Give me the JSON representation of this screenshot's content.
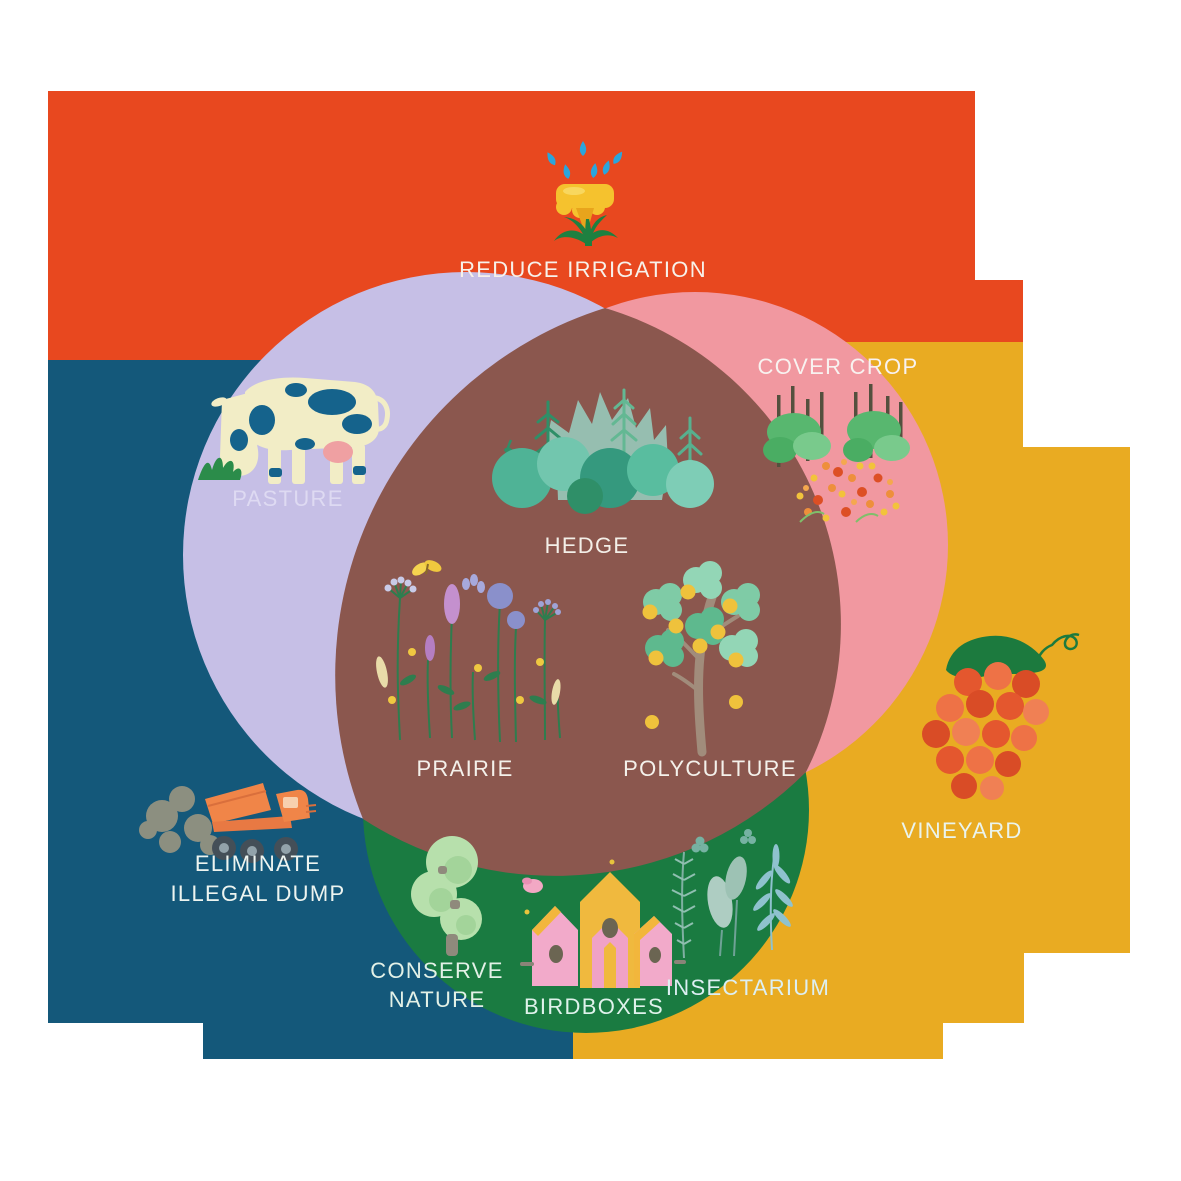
{
  "diagram": {
    "type": "venn",
    "description": "Sustainable land-use practices venn infographic",
    "outer_zones": [
      {
        "zone": "red-top",
        "label": "REDUCE IRRIGATION"
      },
      {
        "zone": "teal-left",
        "label": "ELIMINATE ILLEGAL DUMP"
      },
      {
        "zone": "yellow-right",
        "label": "VINEYARD"
      }
    ],
    "circle_zones": [
      {
        "zone": "lavender-circle",
        "label": "PASTURE"
      },
      {
        "zone": "pink-circle",
        "label": "COVER CROP"
      },
      {
        "zone": "green-circle",
        "labels": [
          "CONSERVE NATURE",
          "BIRDBOXES",
          "INSECTARIUM"
        ]
      }
    ],
    "intersection_zones": [
      {
        "zone": "lavender+pink",
        "label": "HEDGE"
      },
      {
        "zone": "lavender+green",
        "label": "PRAIRIE"
      },
      {
        "zone": "pink+green",
        "label": "POLYCULTURE"
      }
    ]
  },
  "palette": {
    "background": "#FFFFFF",
    "red": "#E8481F",
    "teal": "#14587A",
    "yellow": "#E9AB22",
    "lavender": "#C6BFE6",
    "pink": "#F198A0",
    "green": "#1A7B41",
    "brown": "#8B574E"
  },
  "labels": {
    "reduce_irrigation": {
      "text": "REDUCE IRRIGATION",
      "color": "#F7F1EA"
    },
    "pasture": {
      "text": "PASTURE",
      "color": "#DEDAF2"
    },
    "cover_crop": {
      "text": "COVER CROP",
      "color": "#F8F2F0"
    },
    "hedge": {
      "text": "HEDGE",
      "color": "#F3EFE8"
    },
    "prairie": {
      "text": "PRAIRIE",
      "color": "#F4F1EB"
    },
    "polyculture": {
      "text": "POLYCULTURE",
      "color": "#F4F1EB"
    },
    "vineyard": {
      "text": "VINEYARD",
      "color": "#EAF4ED"
    },
    "eliminate_illegal_dump": {
      "line1": "ELIMINATE",
      "line2": "ILLEGAL DUMP",
      "color": "#EDF4F0"
    },
    "conserve_nature": {
      "line1": "CONSERVE",
      "line2": "NATURE",
      "color": "#E3F1E7"
    },
    "birdboxes": {
      "text": "BIRDBOXES",
      "color": "#DFF2EB"
    },
    "insectarium": {
      "text": "INSECTARIUM",
      "color": "#DDEFF2"
    }
  },
  "icons": [
    {
      "name": "sprinkler-icon",
      "depicts": "yellow irrigation tap with blue water drops and grass"
    },
    {
      "name": "cow-icon",
      "depicts": "cream cow with teal spots grazing"
    },
    {
      "name": "cover-crop-icon",
      "depicts": "vine rows with flowering ground cover"
    },
    {
      "name": "hedge-icon",
      "depicts": "cluster of teal hedge bushes"
    },
    {
      "name": "prairie-icon",
      "depicts": "wildflowers with butterfly"
    },
    {
      "name": "polyculture-icon",
      "depicts": "fruit tree with yellow fruits"
    },
    {
      "name": "vineyard-icon",
      "depicts": "bunch of red grapes with leaf"
    },
    {
      "name": "dump-truck-icon",
      "depicts": "orange dump truck with smoke"
    },
    {
      "name": "conserve-tree-icon",
      "depicts": "light green tree"
    },
    {
      "name": "birdboxes-icon",
      "depicts": "pink and yellow birdhouses"
    },
    {
      "name": "insectarium-icon",
      "depicts": "sage and teal insect-friendly plants"
    }
  ]
}
